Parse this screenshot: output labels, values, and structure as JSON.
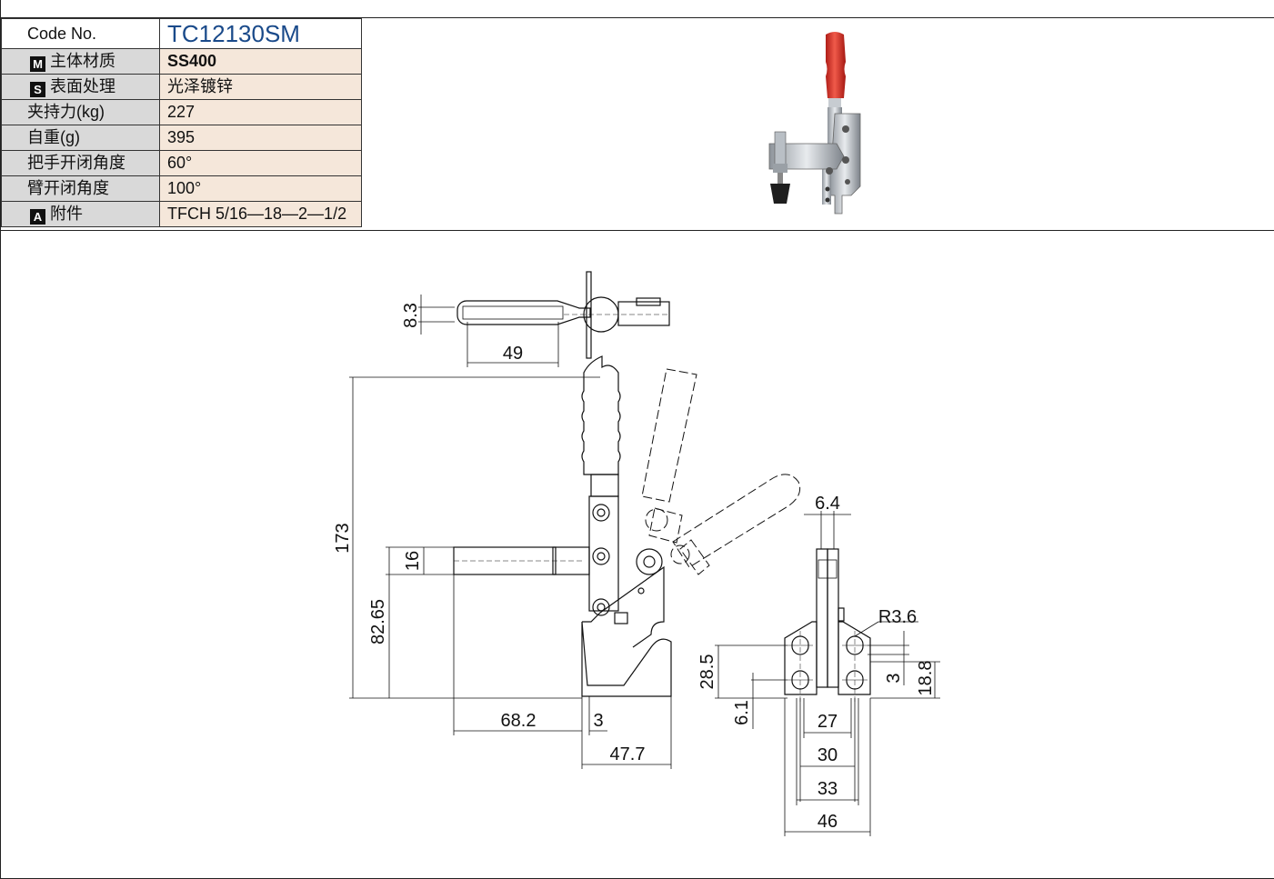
{
  "spec": {
    "code_label": "Code No.",
    "code_value": "TC12130SM",
    "rows": [
      {
        "badge": "M",
        "label": "主体材质",
        "value": "SS400"
      },
      {
        "badge": "S",
        "label": "表面处理",
        "value": "光泽镀锌"
      },
      {
        "badge": "",
        "label": "夹持力(kg)",
        "value": "227"
      },
      {
        "badge": "",
        "label": "自重(g)",
        "value": "395"
      },
      {
        "badge": "",
        "label": "把手开闭角度",
        "value": "60°"
      },
      {
        "badge": "",
        "label": "臂开闭角度",
        "value": "100°"
      },
      {
        "badge": "A",
        "label": "附件",
        "value": "TFCH 5/16—18—2—1/2"
      }
    ]
  },
  "dimensions": {
    "d_8_3": "8.3",
    "d_49": "49",
    "d_173": "173",
    "d_16": "16",
    "d_82_65": "82.65",
    "d_68_2": "68.2",
    "d_3a": "3",
    "d_47_7": "47.7",
    "d_6_4": "6.4",
    "d_r3_6": "R3.6",
    "d_28_5": "28.5",
    "d_6_1": "6.1",
    "d_27": "27",
    "d_30": "30",
    "d_33": "33",
    "d_46": "46",
    "d_3b": "3",
    "d_18_8": "18.8"
  },
  "colors": {
    "handle": "#d8322a",
    "code_text": "#1a4a8a",
    "key_bg": "#d9d9d9",
    "value_bg": "#f5e7da"
  }
}
